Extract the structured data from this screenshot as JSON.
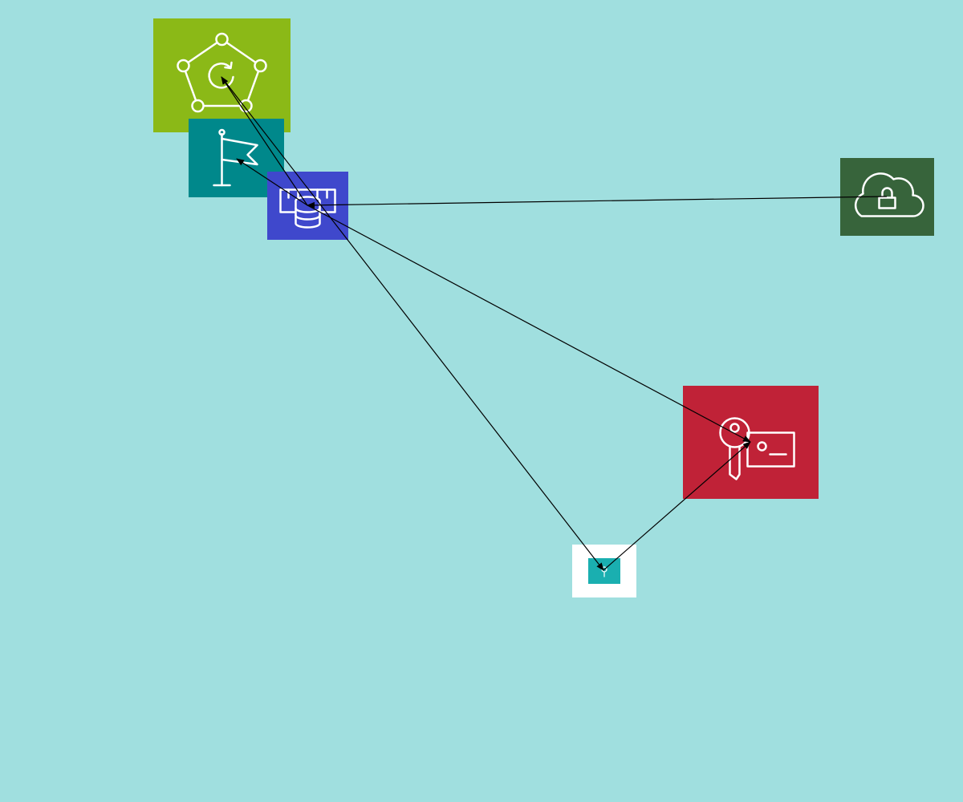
{
  "diagram": {
    "background": "#a0dfdf",
    "edge_color": "#000000",
    "nodes": [
      {
        "id": "n1",
        "name": "network-sync-node",
        "icon": "network-sync-icon",
        "fill": "#8bb917"
      },
      {
        "id": "n2",
        "name": "flag-node",
        "icon": "flag-icon",
        "fill": "#00888b"
      },
      {
        "id": "n3",
        "name": "memory-database-node",
        "icon": "memory-database-icon",
        "fill": "#3f48cc"
      },
      {
        "id": "n4",
        "name": "cloud-lock-node",
        "icon": "cloud-lock-icon",
        "fill": "#37643b"
      },
      {
        "id": "n5",
        "name": "key-card-node",
        "icon": "key-card-icon",
        "fill": "#c02237"
      },
      {
        "id": "n6",
        "name": "lock-box-node",
        "icon": "lock-box-icon",
        "fill": "#1aafb0"
      }
    ],
    "edges": [
      {
        "from": "n3",
        "to": "n2"
      },
      {
        "from": "n4",
        "to": "n3"
      },
      {
        "from": "n3",
        "to": "n1"
      },
      {
        "from": "n1",
        "to": "n6"
      },
      {
        "from": "n6",
        "to": "n5"
      },
      {
        "from": "n3",
        "to": "n5"
      }
    ]
  }
}
